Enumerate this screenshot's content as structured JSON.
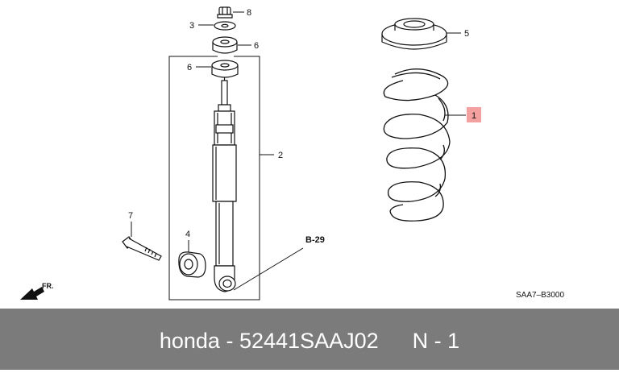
{
  "diagram": {
    "callouts": {
      "p1": "1",
      "p2": "2",
      "p3": "3",
      "p4": "4",
      "p5": "5",
      "p6a": "6",
      "p6b": "6",
      "p7": "7",
      "p8": "8"
    },
    "reference": "B-29",
    "direction_label": "FR.",
    "diagram_code": "SAA7–B3000",
    "highlight_color": "#f4a0a0"
  },
  "footer": {
    "brand": "honda",
    "separator": "-",
    "part_number": "52441SAAJ02",
    "quantity": "N - 1"
  }
}
